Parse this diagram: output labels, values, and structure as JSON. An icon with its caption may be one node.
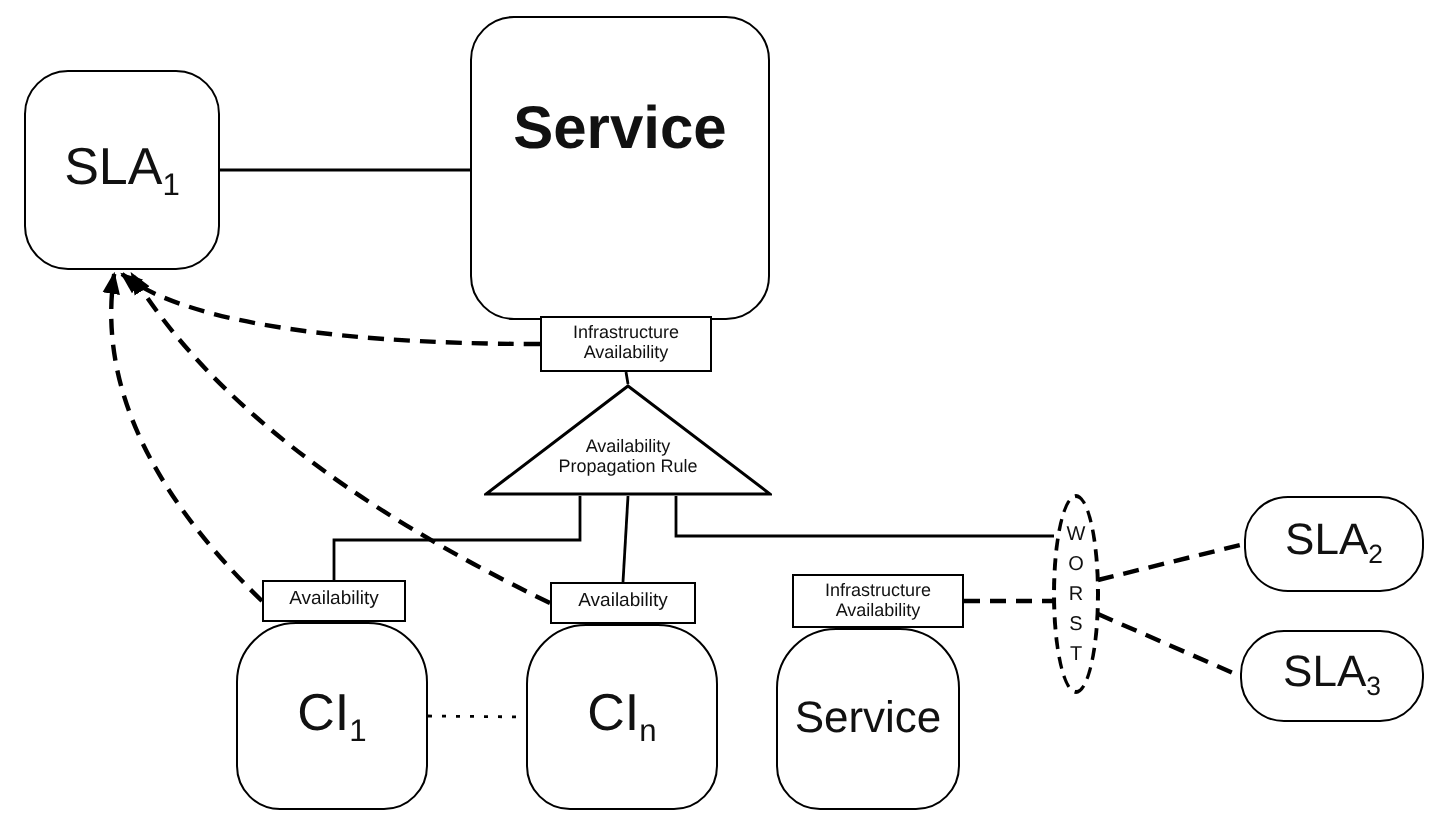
{
  "diagram": {
    "nodes": [
      {
        "text": [
          "SLA$_{1}$"
        ]
      },
      {
        "text": [
          "Service"
        ]
      },
      {
        "text": [
          "Infrastructure Availability"
        ]
      },
      {
        "text": [
          "Availability Propagation Rule"
        ]
      },
      {
        "text": [
          "CI$_{1}$"
        ]
      },
      {
        "text": [
          "Availability"
        ]
      },
      {
        "text": [
          "CI$_{n}$"
        ]
      },
      {
        "text": [
          "Availability"
        ]
      },
      {
        "text": [
          "Service"
        ]
      },
      {
        "text": [
          "Infrastructure Availability"
        ]
      },
      {
        "text": [
          "WORST"
        ]
      },
      {
        "text": [
          "SLA$_{2}$"
        ]
      },
      {
        "text": [
          "SLA$_{3}$"
        ]
      }
    ],
    "edges": [
      {
        "from": 0,
        "to": 1,
        "arrow": "none"
      },
      {
        "from": 2,
        "to": 0,
        "arrow": "to",
        "style": "dashed"
      },
      {
        "from": 5,
        "to": 0,
        "arrow": "to",
        "style": "dashed"
      },
      {
        "from": 7,
        "to": 0,
        "arrow": "to",
        "style": "dashed"
      },
      {
        "from": 2,
        "to": 3,
        "arrow": "none"
      },
      {
        "from": 3,
        "to": 5,
        "arrow": "none"
      },
      {
        "from": 3,
        "to": 7,
        "arrow": "none"
      },
      {
        "from": 3,
        "to": 10,
        "arrow": "none"
      },
      {
        "from": 9,
        "to": 10,
        "arrow": "none",
        "style": "dashed"
      },
      {
        "from": 10,
        "to": 11,
        "arrow": "none",
        "style": "dashed"
      },
      {
        "from": 10,
        "to": 12,
        "arrow": "none",
        "style": "dashed"
      },
      {
        "from": 4,
        "to": 6,
        "arrow": "none",
        "style": "dashed"
      }
    ]
  }
}
